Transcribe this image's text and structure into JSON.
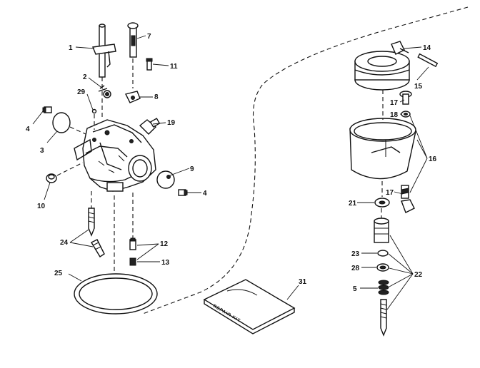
{
  "parts": [
    {
      "id": "p1",
      "label": "1"
    },
    {
      "id": "p2",
      "label": "2"
    },
    {
      "id": "p3",
      "label": "3"
    },
    {
      "id": "p4a",
      "label": "4"
    },
    {
      "id": "p4b",
      "label": "4"
    },
    {
      "id": "p5",
      "label": "5"
    },
    {
      "id": "p7",
      "label": "7"
    },
    {
      "id": "p8",
      "label": "8"
    },
    {
      "id": "p9",
      "label": "9"
    },
    {
      "id": "p10",
      "label": "10"
    },
    {
      "id": "p11",
      "label": "11"
    },
    {
      "id": "p12",
      "label": "12"
    },
    {
      "id": "p13",
      "label": "13"
    },
    {
      "id": "p14",
      "label": "14"
    },
    {
      "id": "p15",
      "label": "15"
    },
    {
      "id": "p16",
      "label": "16"
    },
    {
      "id": "p17a",
      "label": "17"
    },
    {
      "id": "p17b",
      "label": "17"
    },
    {
      "id": "p18",
      "label": "18"
    },
    {
      "id": "p19",
      "label": "19"
    },
    {
      "id": "p21",
      "label": "21"
    },
    {
      "id": "p22",
      "label": "22"
    },
    {
      "id": "p23",
      "label": "23"
    },
    {
      "id": "p24",
      "label": "24"
    },
    {
      "id": "p25",
      "label": "25"
    },
    {
      "id": "p28",
      "label": "28"
    },
    {
      "id": "p29",
      "label": "29"
    },
    {
      "id": "p31",
      "label": "31"
    }
  ],
  "repair_kit": {
    "label": "REPAIR KIT"
  },
  "colors": {
    "ink": "#111111",
    "paper": "#ffffff"
  }
}
